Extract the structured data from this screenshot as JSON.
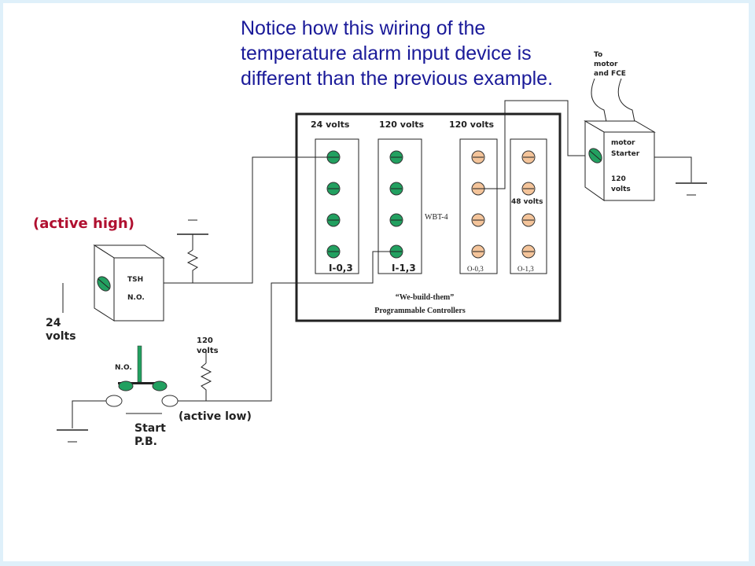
{
  "heading": {
    "line1": "Notice how this wiring of the",
    "line2": "temperature alarm input device is",
    "line3": "different than the previous example."
  },
  "labels": {
    "active_high": "(active high)",
    "active_low": "(active low)",
    "tsh": "TSH",
    "tsh_no": "N.O.",
    "volts24_num": "24",
    "volts24_unit": "volts",
    "pb_no": "N.O.",
    "start": "Start",
    "pb": "P.B.",
    "res2_num": "120",
    "res2_unit": "volts",
    "col_24": "24 volts",
    "col_120a": "120  volts",
    "col_120b": "120  volts",
    "i0": "I-0,3",
    "i1": "I-1,3",
    "o0": "O-0,3",
    "o1": "O-1,3",
    "wbt": "WBT-4",
    "volts48": "48 volts",
    "plc_line1": "“We-build-them”",
    "plc_line2": "Programmable Controllers",
    "to": "To",
    "motor_word": "motor",
    "and_fce": "and FCE",
    "motor": "motor",
    "starter": "Starter",
    "motor_volts_num": "120",
    "motor_volts_unit": "volts"
  },
  "colors": {
    "heading": "#1a1a99",
    "active_high": "#b01030",
    "terminal_input": "#22a060",
    "terminal_output": "#f4c49a",
    "lines": "#222222"
  }
}
